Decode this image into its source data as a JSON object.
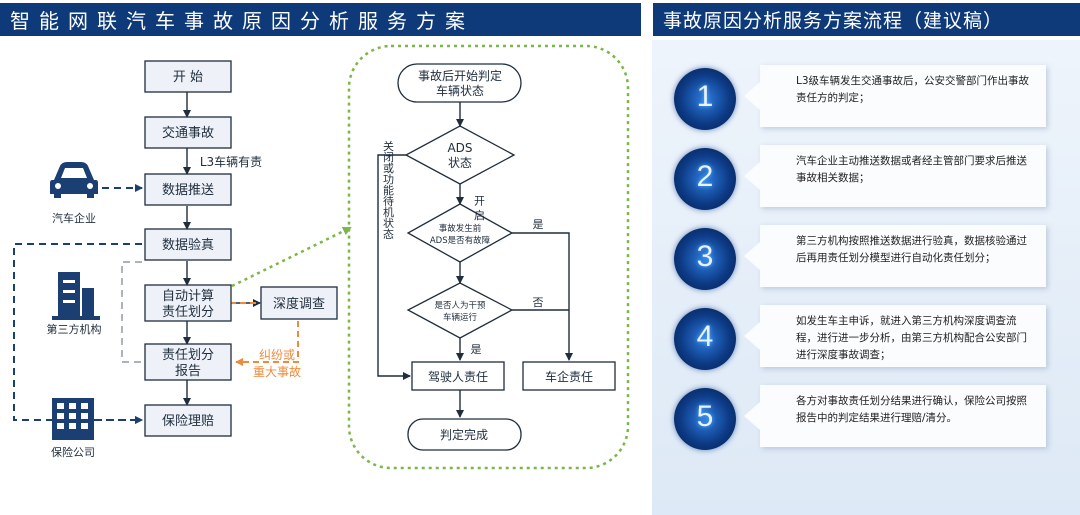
{
  "header": {
    "left_title": "智能网联汽车事故原因分析服务方案",
    "right_title": "事故原因分析服务方案流程（建议稿）"
  },
  "left_flow": {
    "start": "开 始",
    "traffic_accident": "交通事故",
    "l3_liable": "L3车辆有责",
    "data_push": "数据推送",
    "data_verify": "数据验真",
    "auto_calc_line1": "自动计算",
    "auto_calc_line2": "责任划分",
    "deep_investigation": "深度调查",
    "report_line1": "责任划分",
    "report_line2": "报告",
    "insurance_claim": "保险理赔",
    "dispute_line1": "纠纷或",
    "dispute_line2": "重大事故",
    "car_company": "汽车企业",
    "third_party": "第三方机构",
    "insurance_company": "保险公司"
  },
  "right_flow": {
    "begin_line1": "事故后开始判定",
    "begin_line2": "车辆状态",
    "ads_line1": "ADS",
    "ads_line2": "状态",
    "on_label": "开 启",
    "off_label": "关闭或功能待机状态",
    "fault_line1": "事故发生前",
    "fault_line2": "ADS是否有故障",
    "intervene_line1": "是否人为干预",
    "intervene_line2": "车辆运行",
    "yes": "是",
    "no": "否",
    "driver_liability": "驾驶人责任",
    "company_liability": "车企责任",
    "complete": "判定完成"
  },
  "steps": [
    {
      "num": "1",
      "text": "L3级车辆发生交通事故后，公安交警部门作出事故责任方的判定；"
    },
    {
      "num": "2",
      "text": "汽车企业主动推送数据或者经主管部门要求后推送事故相关数据；"
    },
    {
      "num": "3",
      "text": "第三方机构按照推送数据进行验真，数据核验通过后再用责任划分模型进行自动化责任划分；"
    },
    {
      "num": "4",
      "text": "如发生车主申诉，就进入第三方机构深度调查流程，进行进一步分析，由第三方机构配合公安部门进行深度事故调查；"
    },
    {
      "num": "5",
      "text": "各方对事故责任划分结果进行确认，保险公司按照报告中的判定结果进行理赔/清分。"
    }
  ],
  "colors": {
    "header_bg": "#0e3a7a",
    "flow_line": "#1f2d3d",
    "dashed_green": "#7ab648",
    "dashed_orange": "#ef8a3c",
    "navy": "#1c3f73",
    "box_fill": "#eef2f8"
  }
}
